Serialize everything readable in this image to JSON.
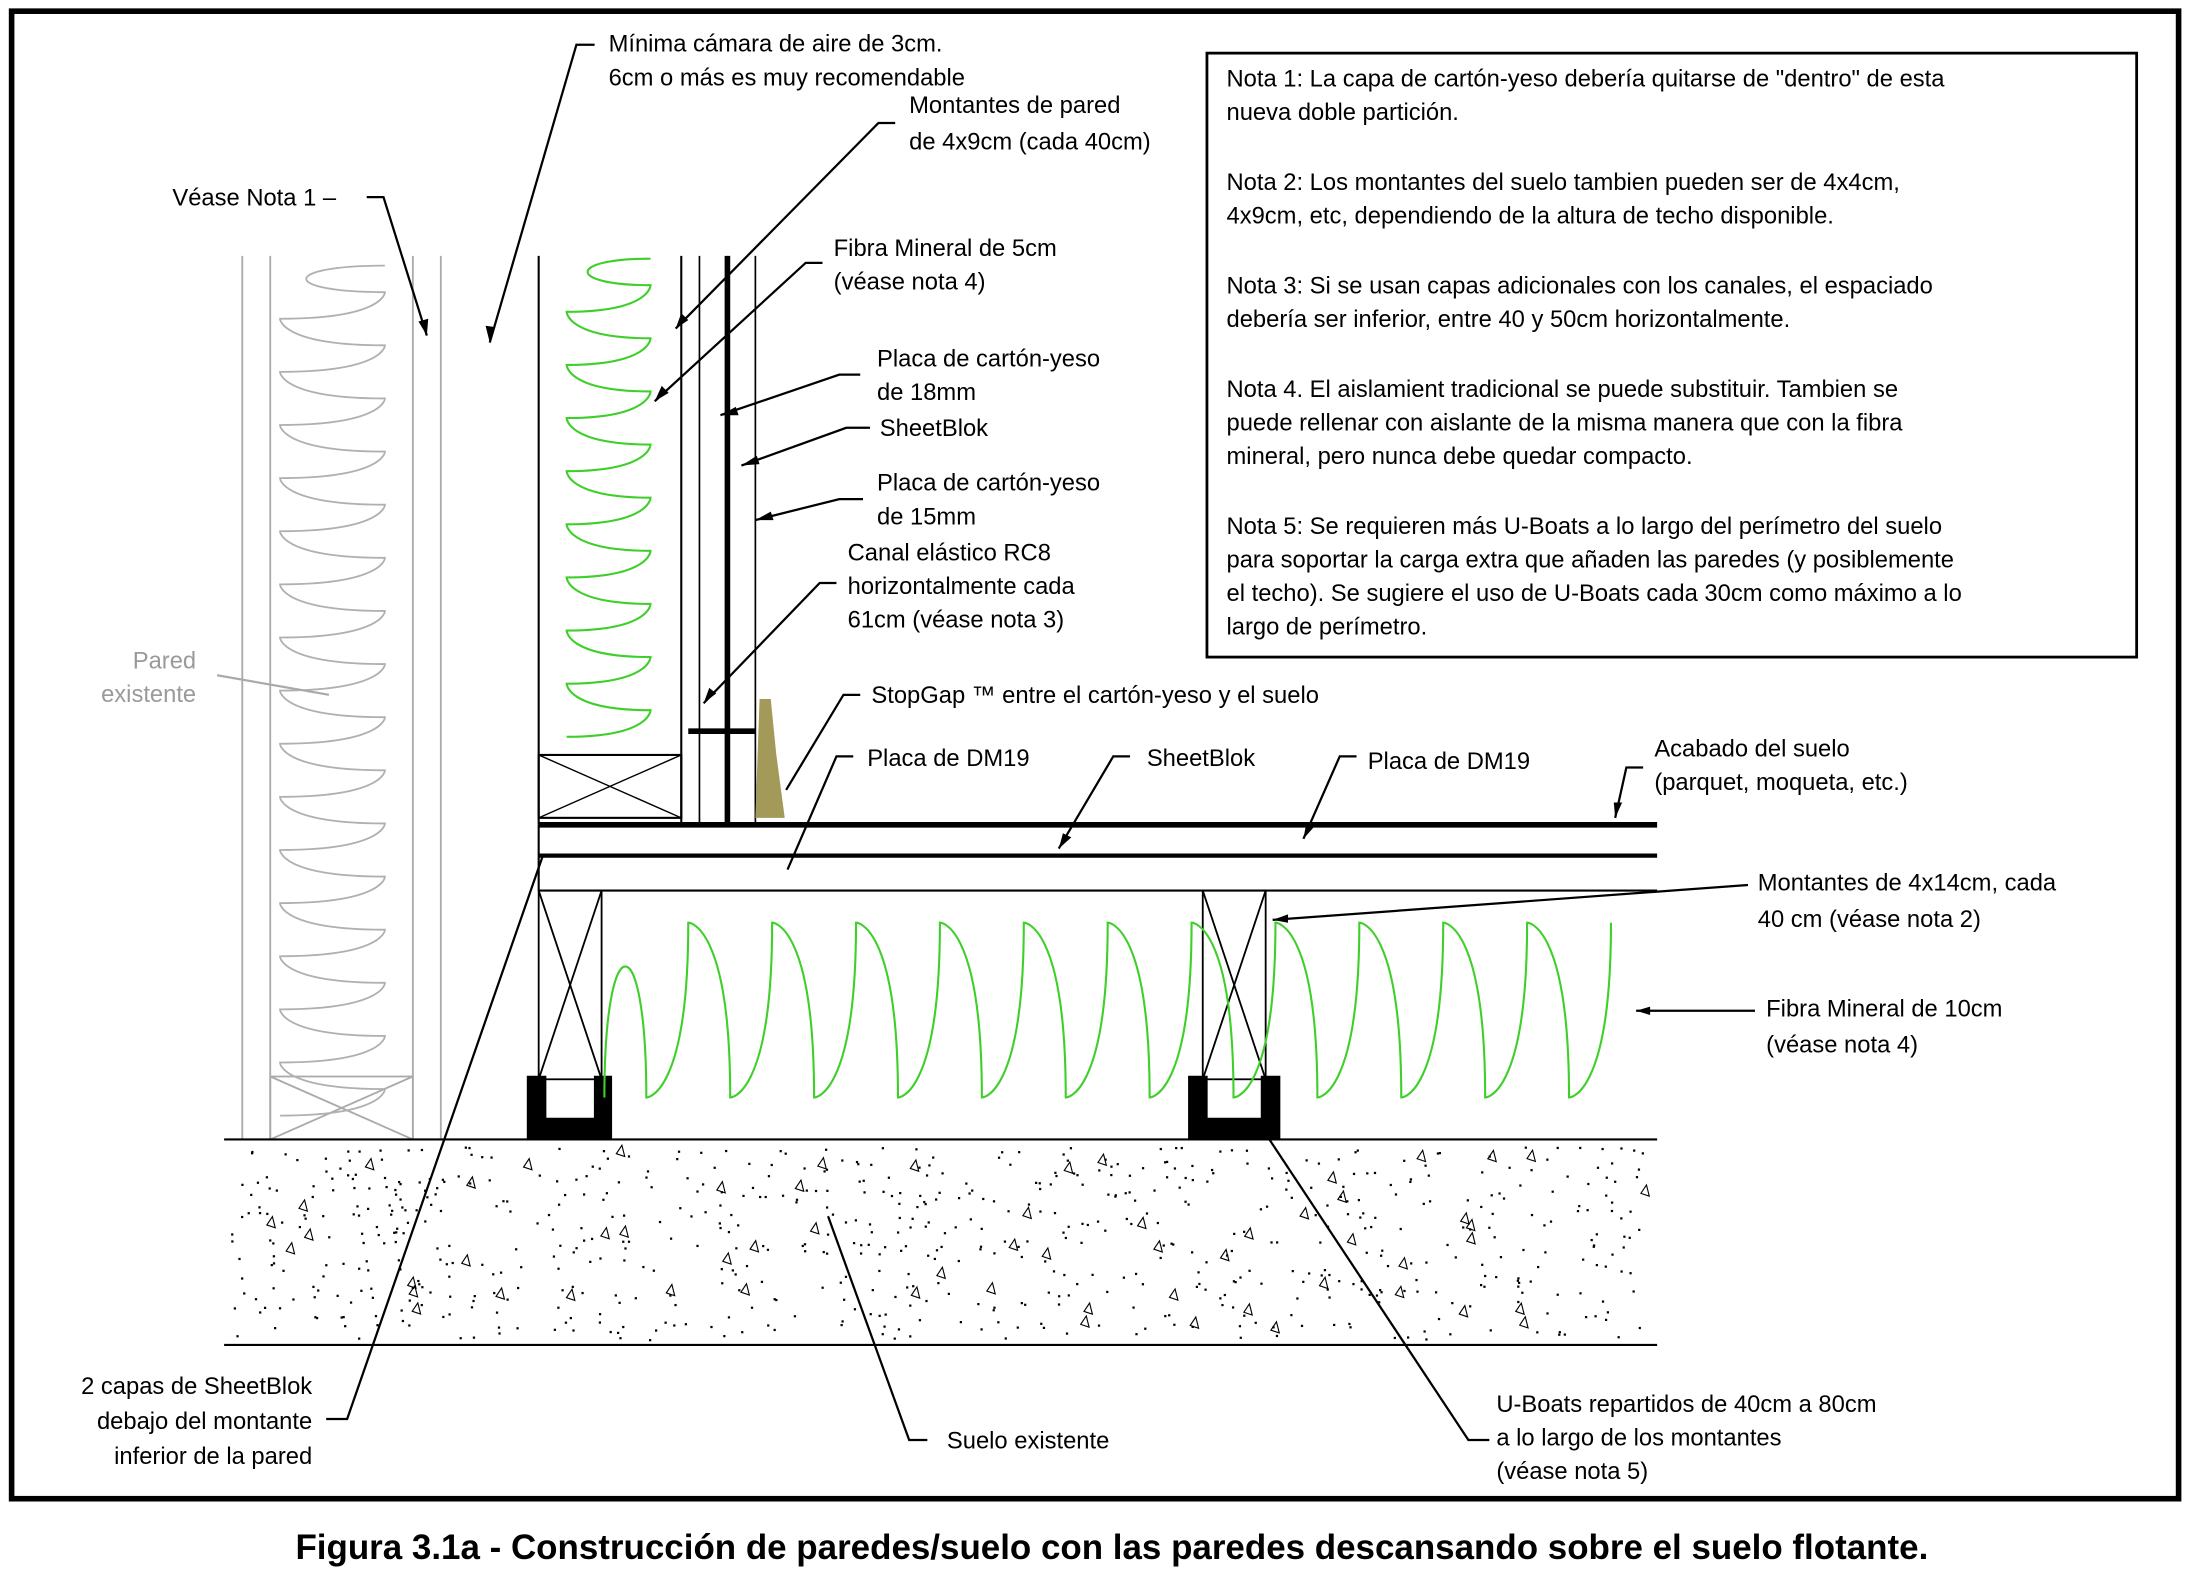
{
  "colors": {
    "insulation": "#3fcf2a",
    "existing_insulation": "#b0b0b0",
    "stopgap": "#a39a5a"
  },
  "labels": {
    "air_gap": [
      "Mínima cámara de aire de 3cm.",
      "6cm o más es muy recomendable"
    ],
    "wall_studs": [
      "Montantes de pared",
      "de 4x9cm (cada 40cm)"
    ],
    "see_note1": "Véase Nota 1 –",
    "mineral_5": [
      "Fibra Mineral de 5cm",
      "(véase nota 4)"
    ],
    "plaster_18": [
      "Placa de cartón-yeso",
      "de 18mm"
    ],
    "sheetblok_wall": "SheetBlok",
    "plaster_15": [
      "Placa de cartón-yeso",
      "de 15mm"
    ],
    "rc8": [
      "Canal elástico RC8",
      "horizontalmente cada",
      "61cm (véase nota 3)"
    ],
    "existing_wall": [
      "Pared",
      "existente"
    ],
    "stopgap": "StopGap ™ entre el cartón-yeso y el suelo",
    "dm19_a": "Placa de DM19",
    "sheetblok_floor": "SheetBlok",
    "dm19_b": "Placa de DM19",
    "floor_finish": [
      "Acabado del suelo",
      "(parquet, moqueta, etc.)"
    ],
    "floor_joists": [
      "Montantes de 4x14cm, cada",
      "40 cm (véase nota 2)"
    ],
    "mineral_10": [
      "Fibra Mineral de 10cm",
      "(véase nota 4)"
    ],
    "sheetblok_2": [
      "2 capas de SheetBlok",
      "debajo del montante",
      "inferior de la pared"
    ],
    "existing_floor": "Suelo existente",
    "uboats": [
      "U-Boats repartidos de 40cm a 80cm",
      "a lo largo de los montantes",
      "(véase nota 5)"
    ]
  },
  "notes": [
    [
      "Nota 1: La capa de cartón-yeso debería quitarse de \"dentro\" de esta",
      "nueva doble partición."
    ],
    [
      "Nota 2: Los montantes del suelo tambien pueden ser de 4x4cm,",
      "4x9cm, etc, dependiendo de la altura de techo disponible."
    ],
    [
      "Nota 3: Si se usan capas adicionales con los canales, el espaciado",
      "debería ser inferior, entre 40 y 50cm horizontalmente."
    ],
    [
      "Nota 4. El aislamient tradicional se puede substituir. Tambien se",
      "puede rellenar con aislante de la misma manera que con la fibra",
      "mineral, pero nunca debe quedar compacto."
    ],
    [
      "Nota 5: Se requieren más U-Boats a lo largo del perímetro del suelo",
      "para soportar la carga extra que añaden las paredes (y posiblemente",
      "el techo). Se sugiere el uso de U-Boats cada 30cm como máximo a lo",
      "largo de perímetro."
    ]
  ],
  "caption": "Figura 3.1a - Construcción de paredes/suelo con las paredes descansando sobre el suelo flotante."
}
